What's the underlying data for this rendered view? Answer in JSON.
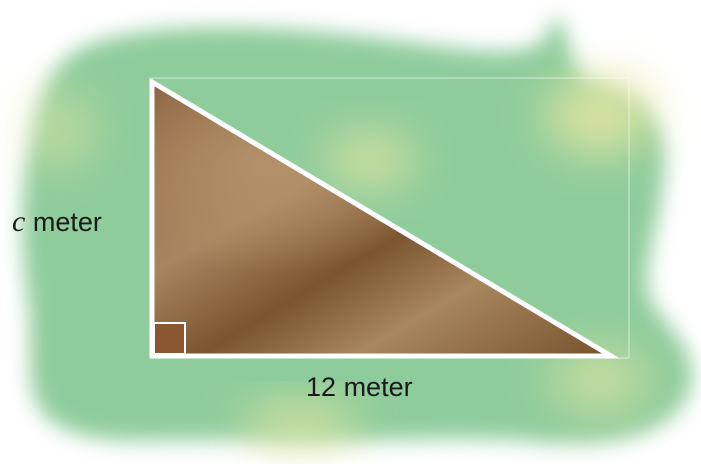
{
  "figure": {
    "side_left": {
      "variable": "c",
      "unit": "meter"
    },
    "side_bottom": {
      "value": "12",
      "unit": "meter"
    },
    "right_angle_marker": true,
    "colors": {
      "field_green": "#8fcc9c",
      "field_yellow": "#e4e6a0",
      "triangle_dark": "#7a5530",
      "triangle_light": "#b28e66",
      "outline": "#ffffff",
      "right_angle_fill": "#8b5733"
    }
  }
}
